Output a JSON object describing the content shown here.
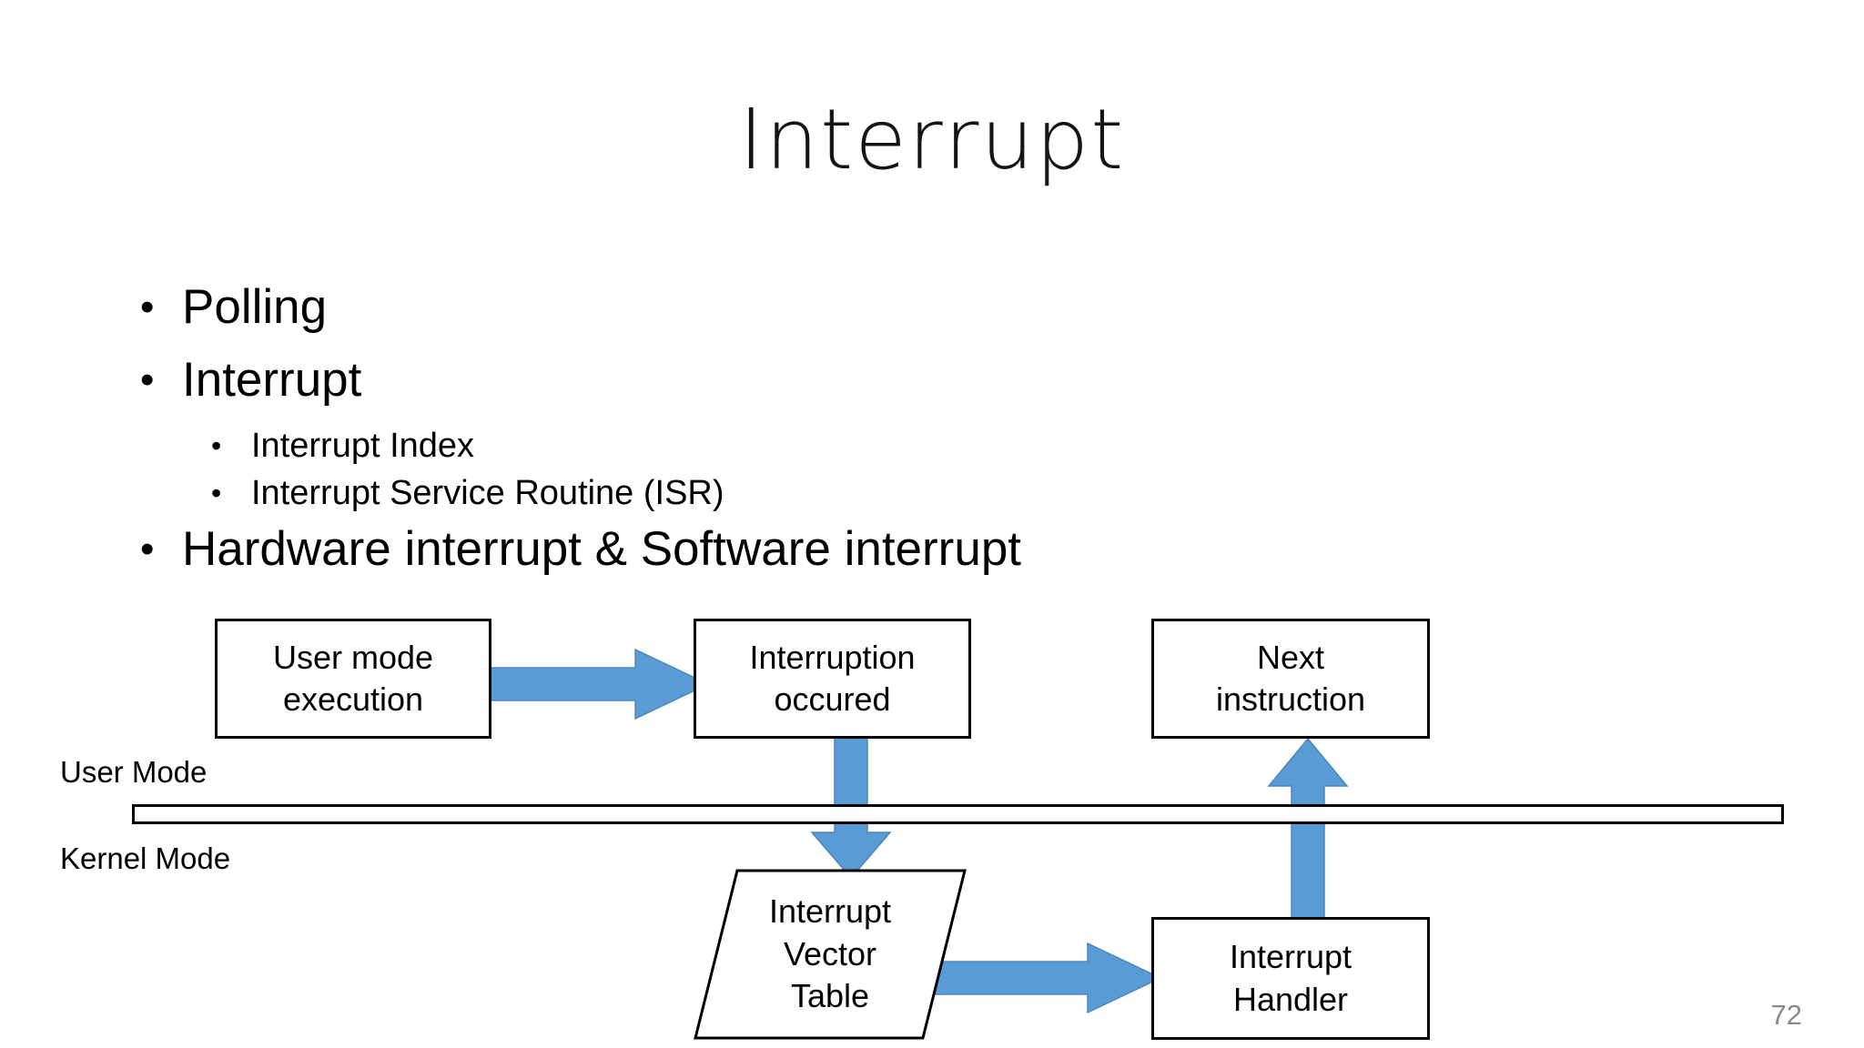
{
  "slide": {
    "title": "Interrupt",
    "page_number": "72",
    "background_color": "#ffffff",
    "accent_color": "#5b9bd5",
    "text_color": "#000000",
    "page_number_color": "#8a8a8a"
  },
  "bullets": [
    {
      "level": 1,
      "marker": "•",
      "text": "Polling"
    },
    {
      "level": 1,
      "marker": "•",
      "text": "Interrupt"
    },
    {
      "level": 2,
      "marker": "•",
      "text": "Interrupt Index"
    },
    {
      "level": 2,
      "marker": "•",
      "text": "Interrupt Service Routine (ISR)"
    },
    {
      "level": 1,
      "marker": "•",
      "text": "Hardware interrupt & Software interrupt"
    }
  ],
  "diagram": {
    "mode_labels": {
      "user": "User Mode",
      "kernel": "Kernel Mode"
    },
    "nodes": {
      "user_mode_execution": {
        "line1": "User mode",
        "line2": "execution"
      },
      "interruption_occured": {
        "line1": "Interruption",
        "line2": "occured"
      },
      "next_instruction": {
        "line1": "Next",
        "line2": "instruction"
      },
      "interrupt_vector_table": {
        "line1": "Interrupt",
        "line2": "Vector",
        "line3": "Table"
      },
      "interrupt_handler": {
        "line1": "Interrupt",
        "line2": "Handler"
      }
    },
    "arrows": [
      {
        "name": "user-exec-to-interruption",
        "direction": "right"
      },
      {
        "name": "interruption-to-vector-table",
        "direction": "down"
      },
      {
        "name": "vector-table-to-handler",
        "direction": "right"
      },
      {
        "name": "handler-to-next-instruction",
        "direction": "up"
      }
    ]
  }
}
